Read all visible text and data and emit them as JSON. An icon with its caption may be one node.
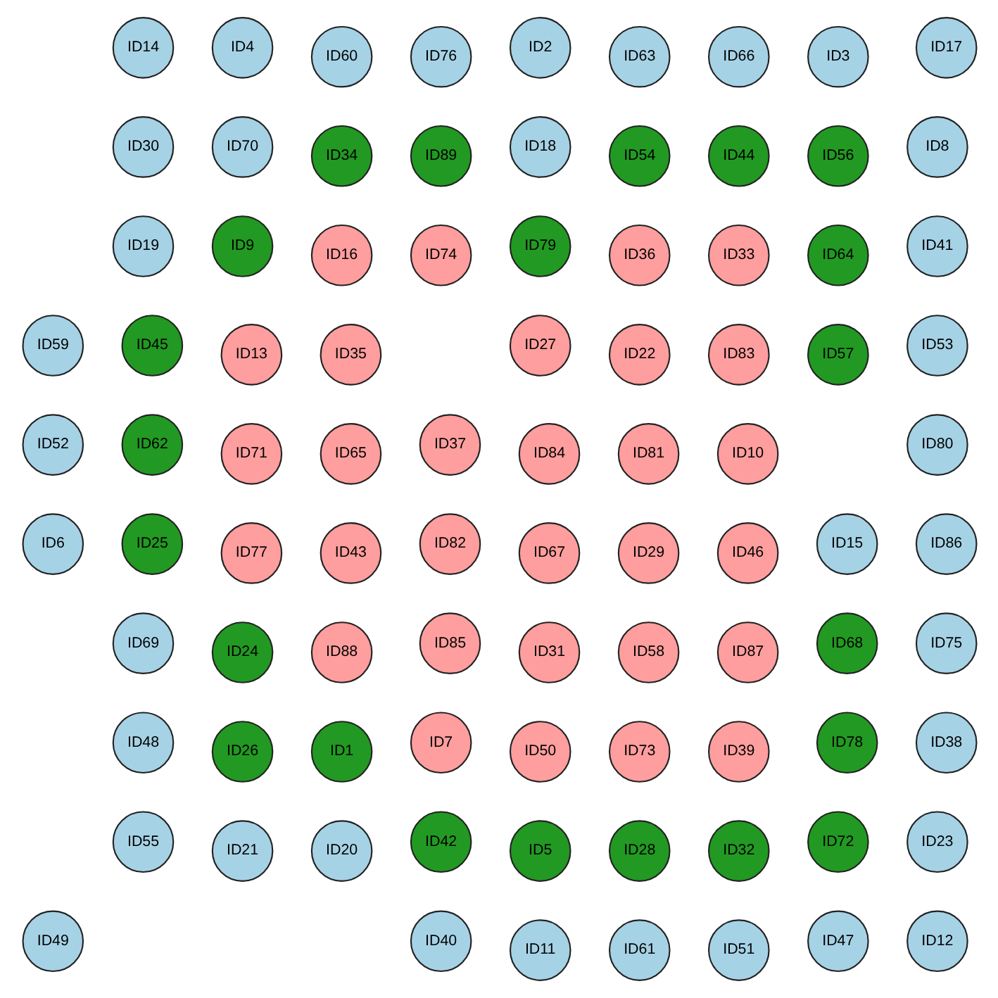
{
  "diagram": {
    "nodes": [
      {
        "text": [
          "ID82"
        ]
      },
      {
        "text": [
          "ID67"
        ]
      },
      {
        "text": [
          "ID84"
        ]
      },
      {
        "text": [
          "ID37"
        ]
      },
      {
        "text": [
          "ID22"
        ]
      },
      {
        "text": [
          "ID35"
        ]
      },
      {
        "text": [
          "ID65"
        ]
      },
      {
        "text": [
          "ID43"
        ]
      },
      {
        "text": [
          "ID85"
        ]
      },
      {
        "text": [
          "ID31"
        ]
      },
      {
        "text": [
          "ID58"
        ]
      },
      {
        "text": [
          "ID29"
        ]
      },
      {
        "text": [
          "ID81"
        ]
      },
      {
        "text": [
          "ID27"
        ]
      },
      {
        "text": [
          "ID88"
        ]
      },
      {
        "text": [
          "ID83"
        ]
      },
      {
        "text": [
          "ID33"
        ]
      },
      {
        "text": [
          "ID36"
        ]
      },
      {
        "text": [
          "ID74"
        ]
      },
      {
        "text": [
          "ID16"
        ]
      },
      {
        "text": [
          "ID13"
        ]
      },
      {
        "text": [
          "ID71"
        ]
      },
      {
        "text": [
          "ID77"
        ]
      },
      {
        "text": [
          "ID7"
        ]
      },
      {
        "text": [
          "ID50"
        ]
      },
      {
        "text": [
          "ID73"
        ]
      },
      {
        "text": [
          "ID39"
        ]
      },
      {
        "text": [
          "ID87"
        ]
      },
      {
        "text": [
          "ID46"
        ]
      },
      {
        "text": [
          "ID10"
        ]
      },
      {
        "text": [
          "ID79"
        ]
      },
      {
        "text": [
          "ID9"
        ]
      },
      {
        "text": [
          "ID24"
        ]
      },
      {
        "text": [
          "ID26"
        ]
      },
      {
        "text": [
          "ID1"
        ]
      },
      {
        "text": [
          "ID72"
        ]
      },
      {
        "text": [
          "ID57"
        ]
      },
      {
        "text": [
          "ID64"
        ]
      },
      {
        "text": [
          "ID56"
        ]
      },
      {
        "text": [
          "ID44"
        ]
      },
      {
        "text": [
          "ID54"
        ]
      },
      {
        "text": [
          "ID89"
        ]
      },
      {
        "text": [
          "ID34"
        ]
      },
      {
        "text": [
          "ID45"
        ]
      },
      {
        "text": [
          "ID62"
        ]
      },
      {
        "text": [
          "ID25"
        ]
      },
      {
        "text": [
          "ID42"
        ]
      },
      {
        "text": [
          "ID5"
        ]
      },
      {
        "text": [
          "ID28"
        ]
      },
      {
        "text": [
          "ID32"
        ]
      },
      {
        "text": [
          "ID78"
        ]
      },
      {
        "text": [
          "ID68"
        ]
      },
      {
        "text": [
          "ID15"
        ]
      },
      {
        "text": [
          "ID18"
        ]
      },
      {
        "text": [
          "ID70"
        ]
      },
      {
        "text": [
          "ID30"
        ]
      },
      {
        "text": [
          "ID19"
        ]
      },
      {
        "text": [
          "ID69"
        ]
      },
      {
        "text": [
          "ID48"
        ]
      },
      {
        "text": [
          "ID55"
        ]
      },
      {
        "text": [
          "ID21"
        ]
      },
      {
        "text": [
          "ID20"
        ]
      },
      {
        "text": [
          "ID47"
        ]
      },
      {
        "text": [
          "ID12"
        ]
      },
      {
        "text": [
          "ID23"
        ]
      },
      {
        "text": [
          "ID80"
        ]
      },
      {
        "text": [
          "ID53"
        ]
      },
      {
        "text": [
          "ID41"
        ]
      },
      {
        "text": [
          "ID8"
        ]
      },
      {
        "text": [
          "ID3"
        ]
      },
      {
        "text": [
          "ID66"
        ]
      },
      {
        "text": [
          "ID63"
        ]
      },
      {
        "text": [
          "ID76"
        ]
      },
      {
        "text": [
          "ID60"
        ]
      },
      {
        "text": [
          "ID59"
        ]
      },
      {
        "text": [
          "ID52"
        ]
      },
      {
        "text": [
          "ID6"
        ]
      },
      {
        "text": [
          "ID49"
        ]
      },
      {
        "text": [
          "ID40"
        ]
      },
      {
        "text": [
          "ID11"
        ]
      },
      {
        "text": [
          "ID61"
        ]
      },
      {
        "text": [
          "ID51"
        ]
      },
      {
        "text": [
          "ID38"
        ]
      },
      {
        "text": [
          "ID75"
        ]
      },
      {
        "text": [
          "ID86"
        ]
      },
      {
        "text": [
          "ID17"
        ]
      },
      {
        "text": [
          "ID2"
        ]
      },
      {
        "text": [
          "ID4"
        ]
      },
      {
        "text": [
          "ID14"
        ]
      }
    ],
    "edges": []
  }
}
